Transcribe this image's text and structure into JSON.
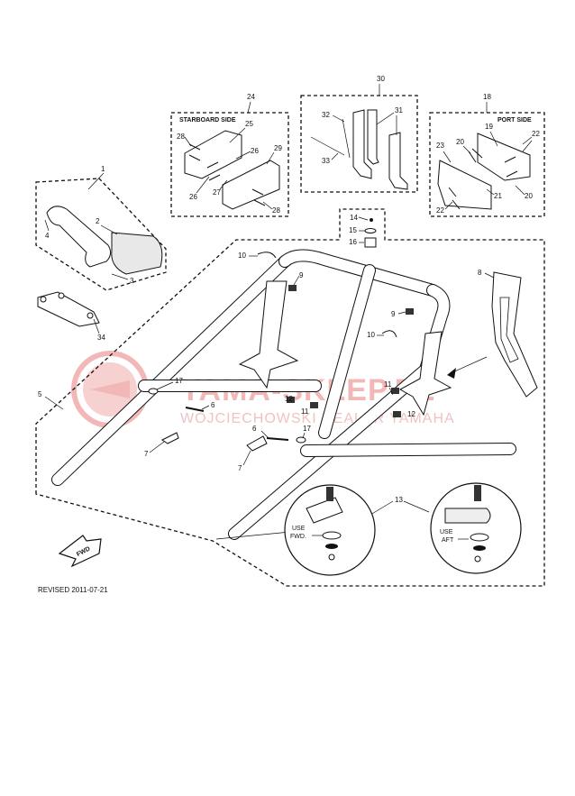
{
  "watermark": {
    "brand": "YAMA-SKLEP.PL",
    "dealer": "WOJCIECHOWSKI DEALER YAMAHA",
    "color": "#e85a5a"
  },
  "boxes": {
    "starboard": {
      "number": "24",
      "title": "STARBOARD SIDE"
    },
    "center": {
      "number": "30"
    },
    "port": {
      "number": "18",
      "title": "PORT SIDE"
    },
    "mirror": {
      "number": "1"
    },
    "mount": {
      "number": "14"
    }
  },
  "callouts": {
    "c25": "25",
    "c28a": "28",
    "c26a": "26",
    "c29": "29",
    "c26b": "26",
    "c27": "27",
    "c28b": "28",
    "c32": "32",
    "c31": "31",
    "c33": "33",
    "c19": "19",
    "c20a": "20",
    "c22a": "22",
    "c23": "23",
    "c21": "21",
    "c20b": "20",
    "c22b": "22",
    "c2": "2",
    "c4": "4",
    "c3": "3",
    "c34": "34",
    "c14": "14",
    "c15": "15",
    "c16": "16",
    "c10a": "10",
    "c9a": "9",
    "c8": "8",
    "c9b": "9",
    "c10b": "10",
    "c5": "5",
    "c17a": "17",
    "c6a": "6",
    "c12a": "12",
    "c11a": "11",
    "c7a": "7",
    "c11b": "11",
    "c12b": "12",
    "c6b": "6",
    "c17b": "17",
    "c7b": "7",
    "c13": "13"
  },
  "notes": {
    "use_fwd_1": "USE",
    "use_fwd_2": "FWD.",
    "use_aft_1": "USE",
    "use_aft_2": "AFT",
    "fwd_arrow": "FWD"
  },
  "revised": "REVISED 2011-07-21"
}
